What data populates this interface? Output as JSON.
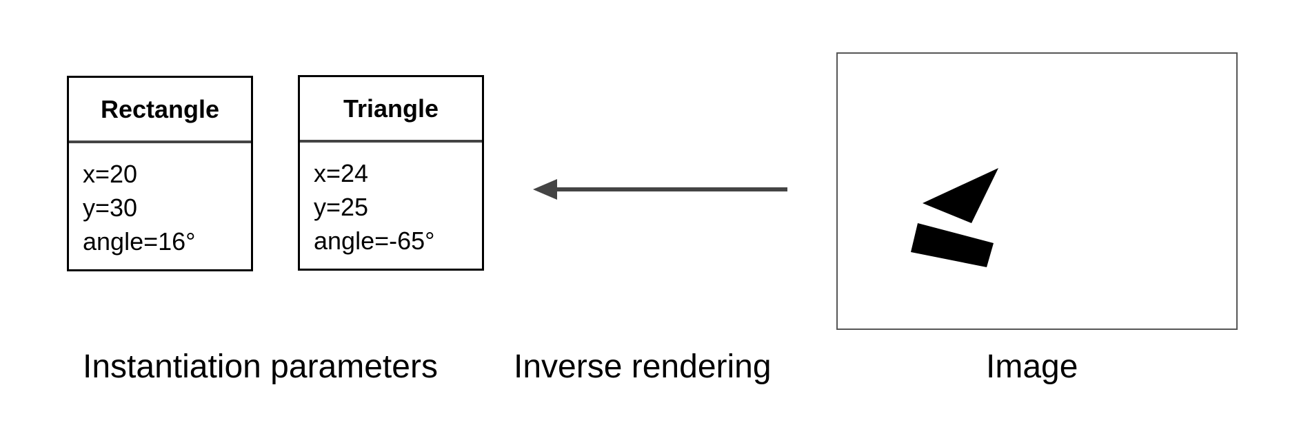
{
  "boxes": [
    {
      "title": "Rectangle",
      "lines": [
        "x=20",
        "y=30",
        "angle=16°"
      ]
    },
    {
      "title": "Triangle",
      "lines": [
        "x=24",
        "y=25",
        "angle=-65°"
      ]
    }
  ],
  "captions": {
    "params": "Instantiation parameters",
    "inverse": "Inverse rendering",
    "image": "Image"
  },
  "colors": {
    "arrow": "#444444",
    "shapes": "#000000",
    "frame_border": "#555555"
  },
  "icons": {
    "arrow": "left-arrow-icon"
  }
}
